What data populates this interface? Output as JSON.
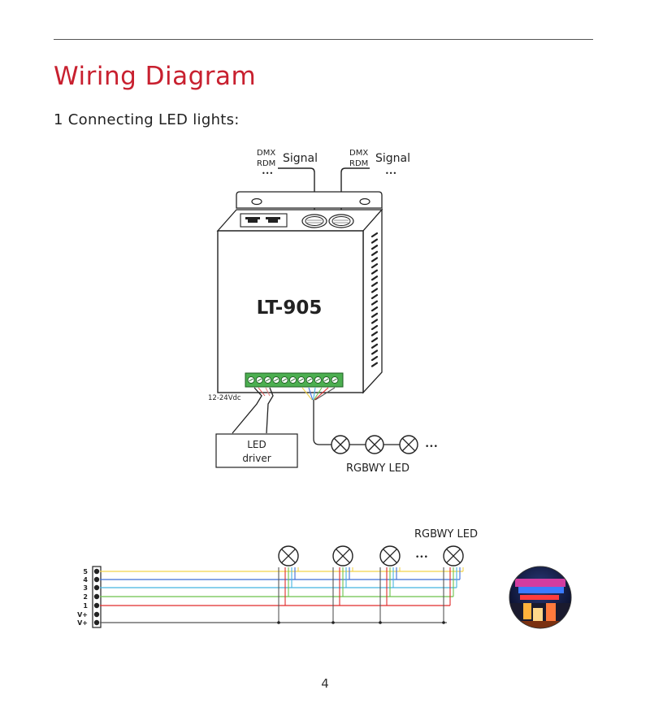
{
  "page": {
    "title": "Wiring Diagram",
    "section": "1 Connecting LED lights:",
    "page_number": "4"
  },
  "device": {
    "model": "LT-905"
  },
  "signal_labels": [
    {
      "protocol_top": "DMX",
      "protocol_bottom": "RDM",
      "word": "Signal",
      "dots": "•••"
    },
    {
      "protocol_top": "DMX",
      "protocol_bottom": "RDM",
      "word": "Signal",
      "dots": "•••"
    }
  ],
  "power": {
    "voltage": "12-24Vdc"
  },
  "driver": {
    "line1": "LED",
    "line2": "driver"
  },
  "led_chain": {
    "label": "RGBWY LED",
    "dots": "•••"
  },
  "bus": {
    "label": "RGBWY LED",
    "dots": "•••",
    "terminals": [
      "5",
      "4",
      "3",
      "2",
      "1",
      "V+",
      "V+"
    ],
    "wire_colors": [
      "#f2d34a",
      "#3f6fd8",
      "#45b3e0",
      "#6cc24a",
      "#e02a2a",
      "#555555"
    ]
  },
  "colors": {
    "accent": "#c8202f",
    "terminal_block": "#4caf50"
  }
}
